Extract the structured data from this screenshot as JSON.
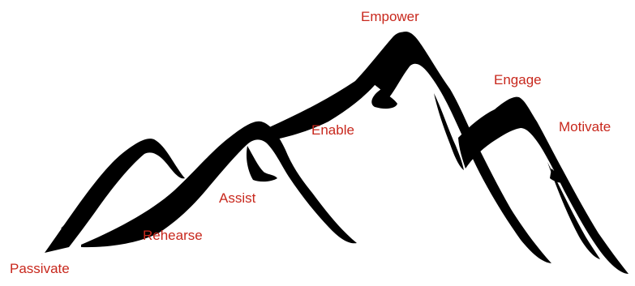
{
  "labels": {
    "passivate": "Passivate",
    "rehearse": "Rehearse",
    "assist": "Assist",
    "enable": "Enable",
    "empower": "Empower",
    "engage": "Engage",
    "motivate": "Motivate"
  },
  "colors": {
    "label": "#c8281d",
    "mountain": "#000000",
    "background": "#ffffff"
  }
}
